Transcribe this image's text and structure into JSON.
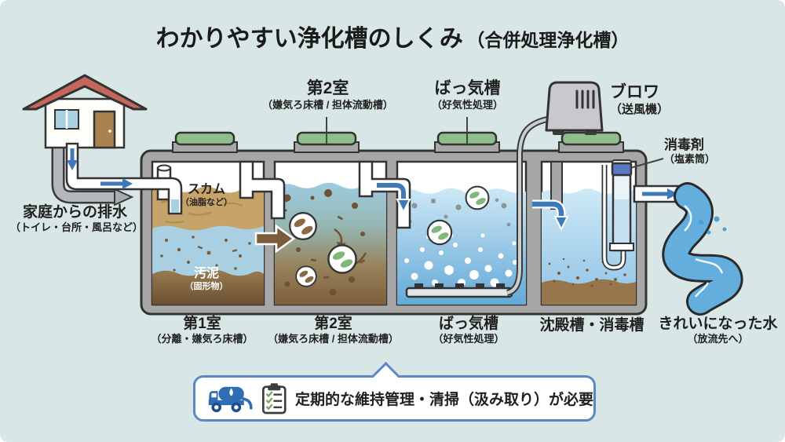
{
  "title": {
    "main": "わかりやすい浄化槽のしくみ",
    "sub": "（合併処理浄化槽）"
  },
  "house": {
    "label": "家庭からの排水",
    "sublabel": "（トイレ・台所・風呂など）"
  },
  "tank": {
    "chamber1": {
      "scum": {
        "label": "スカム",
        "sublabel": "（油脂など）"
      },
      "sludge": {
        "label": "汚泥",
        "sublabel": "（固形物）"
      },
      "bottom": {
        "label": "第1室",
        "sublabel": "（分離・嫌気ろ床槽）"
      }
    },
    "chamber2": {
      "top": {
        "label": "第2室",
        "sublabel": "（嫌気ろ床槽 / 担体流動槽）"
      },
      "bottom": {
        "label": "第2室",
        "sublabel": "（嫌気ろ床槽 / 担体流動槽）"
      }
    },
    "aeration": {
      "top": {
        "label": "ばっ気槽",
        "sublabel": "（好気性処理）"
      },
      "bottom": {
        "label": "ばっ気槽",
        "sublabel": "（好気性処理）"
      }
    },
    "settling": {
      "bottom": {
        "label": "沈殿槽・消毒槽"
      }
    }
  },
  "blower": {
    "label": "ブロワ",
    "sublabel": "（送風機）"
  },
  "disinfectant": {
    "label": "消毒剤",
    "sublabel": "（塩素筒）"
  },
  "outflow": {
    "label": "きれいになった水",
    "sublabel": "（放流先へ）"
  },
  "maintenance": {
    "text": "定期的な維持管理・清掃（汲み取り）が必要"
  },
  "icons": {
    "house": "house-icon",
    "blower": "blower-icon",
    "truck": "vacuum-truck-icon",
    "checklist": "checklist-icon",
    "stream": "water-stream-icon",
    "chlorine_cylinder": "chlorine-cylinder-icon"
  },
  "colors": {
    "background": "#d8e7e6",
    "tank_wall": "#a7a7a7",
    "lid_green": "#8fbe8c",
    "water_blue": "#a9d0e2",
    "aeration_blue": "#64a9d8",
    "scum_tan": "#c6a368",
    "sludge_brown": "#7a5c3a",
    "arrow_blue": "#3f7ab8",
    "box_border_blue": "#5b87c5",
    "truck_blue": "#2e6db4",
    "roof_red": "#c4675a"
  }
}
